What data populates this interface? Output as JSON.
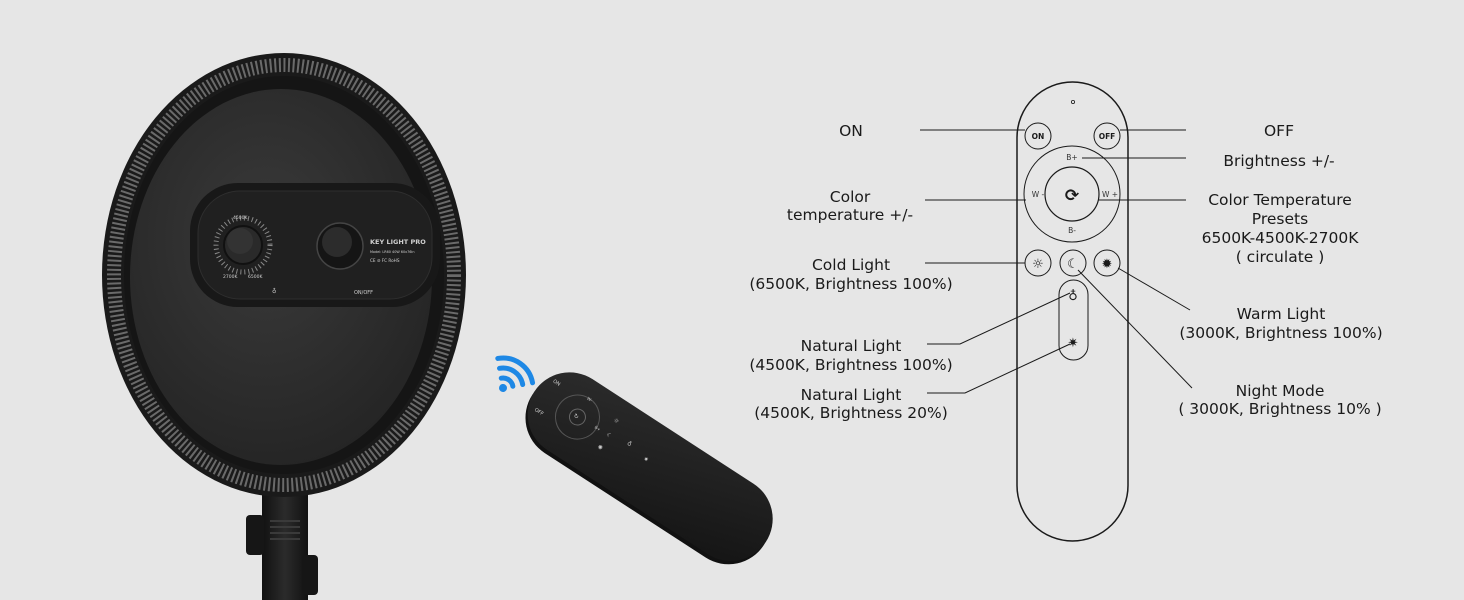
{
  "light_device": {
    "model_text": "KEY LIGHT PRO",
    "model_sub": "Model: LR60  40W 60x76in",
    "cert_marks": "CE ⊘ FC RoHS",
    "dial_top": "4500K",
    "dial_left": "2700K",
    "dial_right": "6500K",
    "power_label": "ON/OFF"
  },
  "remote_photo": {
    "on": "ON",
    "off": "OFF",
    "b_plus": "B+",
    "w_minus": "W-"
  },
  "remote_diagram": {
    "on_button": "ON",
    "off_button": "OFF",
    "b_plus": "B+",
    "b_minus": "B-",
    "w_minus": "W -",
    "w_plus": "W +"
  },
  "callouts": {
    "on": "ON",
    "off": "OFF",
    "brightness": "Brightness +/-",
    "color_temp_line1": "Color",
    "color_temp_line2": "temperature +/-",
    "presets_line1": "Color Temperature",
    "presets_line2": "Presets",
    "presets_line3": "6500K-4500K-2700K",
    "presets_line4": "( circulate )",
    "cold_line1": "Cold Light",
    "cold_line2": "(6500K, Brightness 100%)",
    "warm_line1": "Warm Light",
    "warm_line2": "(3000K, Brightness  100%)",
    "natural_hi_line1": "Natural Light",
    "natural_hi_line2": "(4500K, Brightness  100%)",
    "natural_lo_line1": "Natural Light",
    "natural_lo_line2": "(4500K, Brightness   20%)",
    "night_line1": "Night Mode",
    "night_line2": "( 3000K, Brightness   10% )"
  },
  "colors": {
    "background": "#e6e6e6",
    "device_body": "#1e1e1e",
    "wifi_blue": "#1e88e5",
    "line": "#1a1a1a"
  }
}
